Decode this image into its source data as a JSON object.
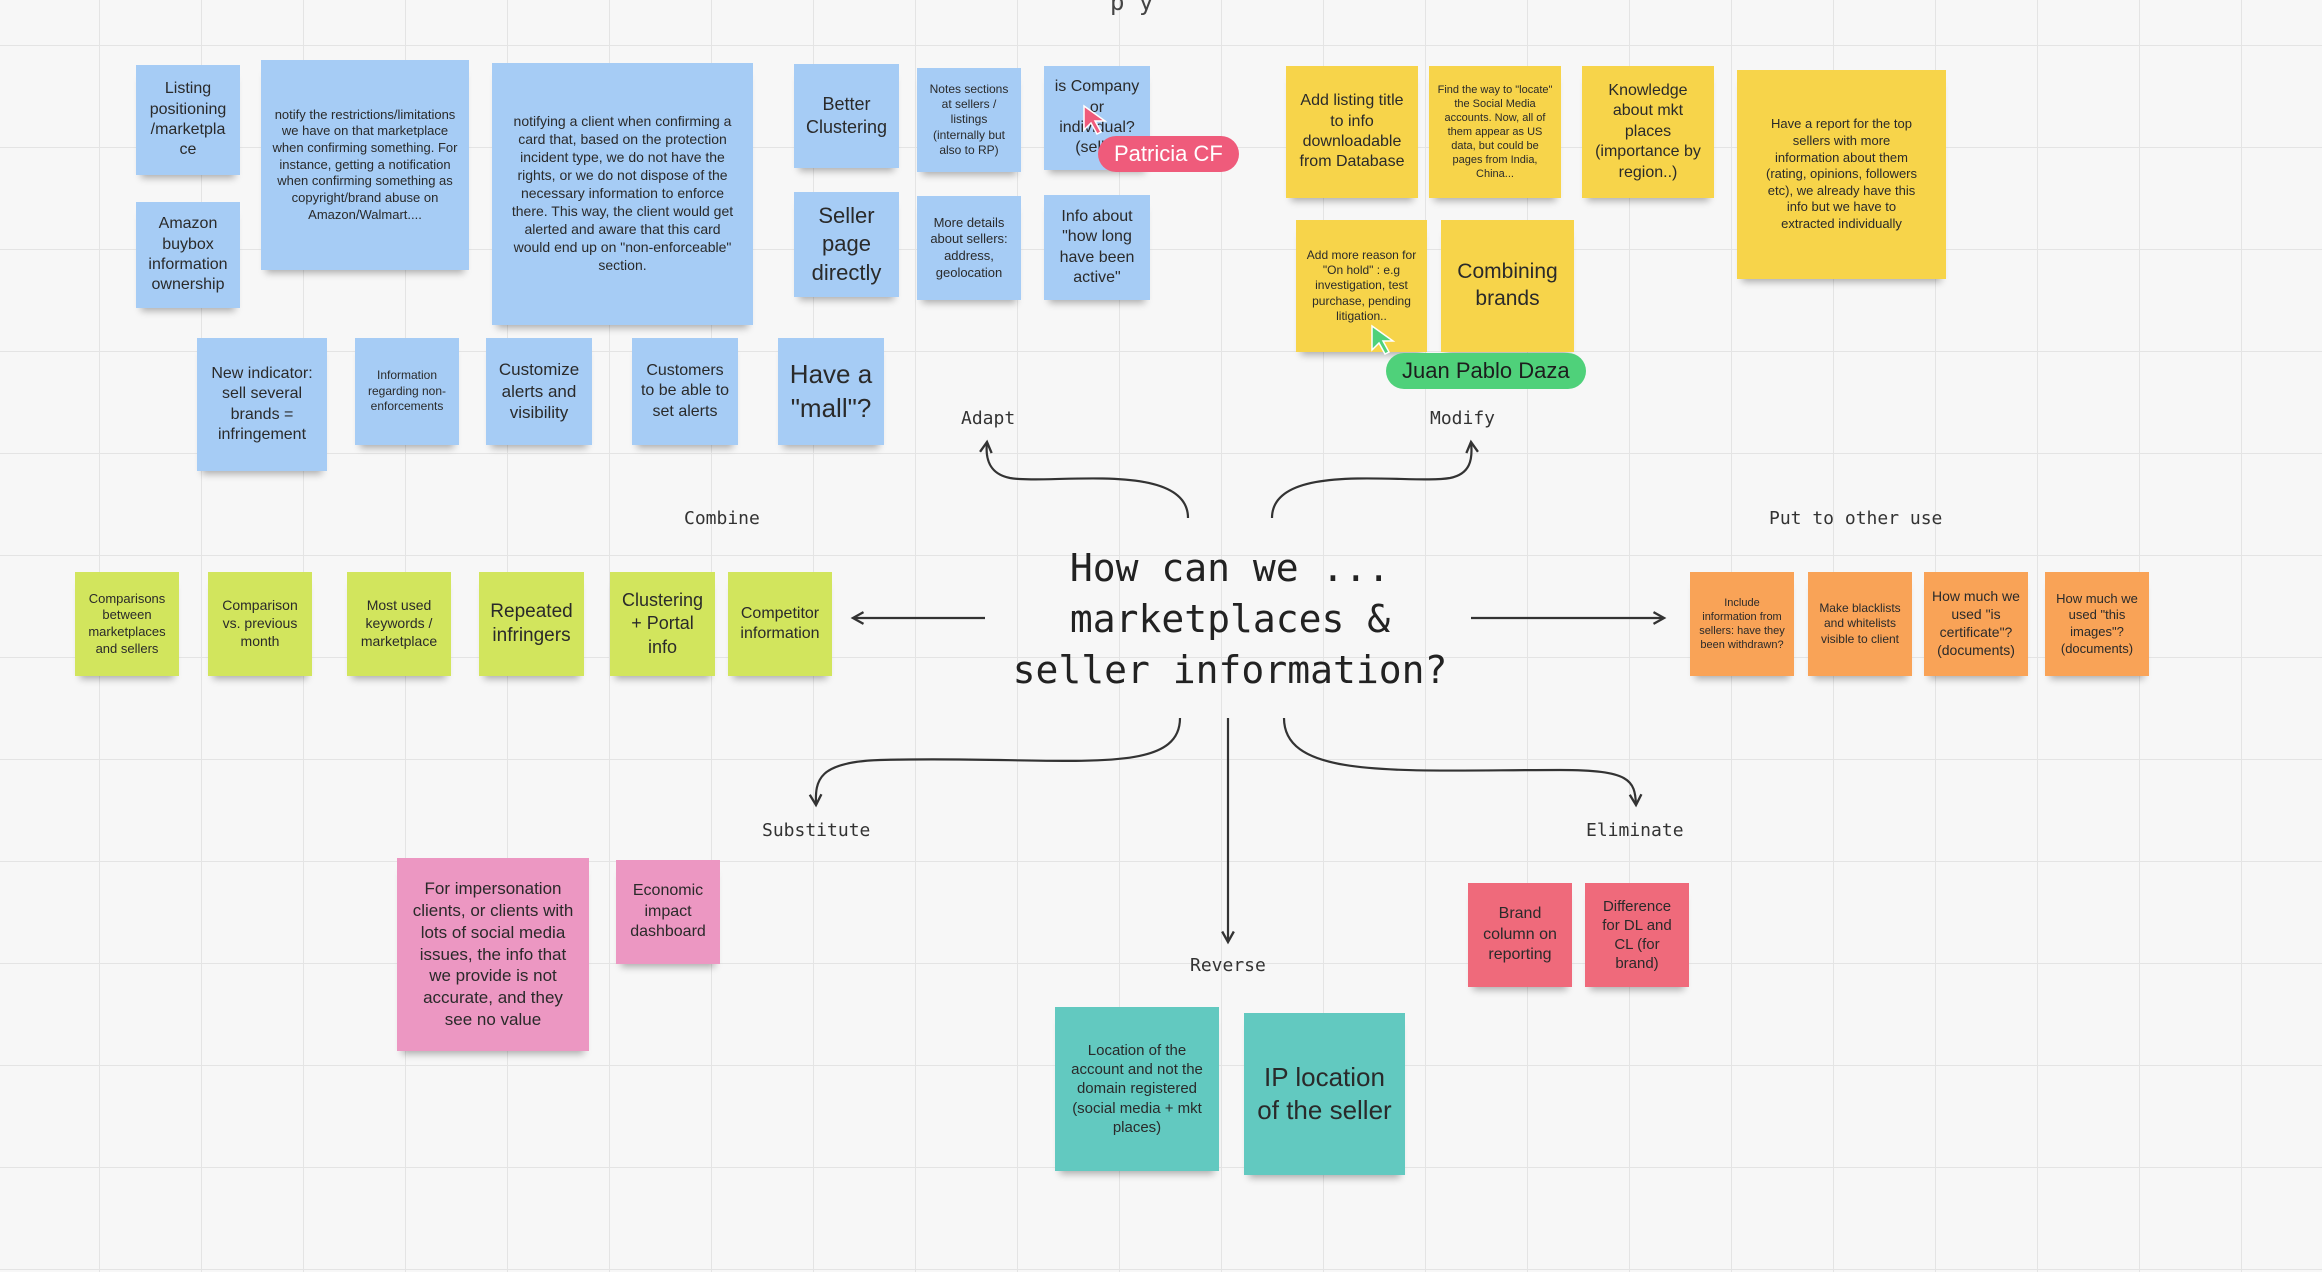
{
  "center_question": "How can we ...\nmarketplaces &\nseller information?",
  "top_clipped_text": "p y",
  "labels": {
    "adapt": "Adapt",
    "modify": "Modify",
    "combine": "Combine",
    "put_to_other_use": "Put to other use",
    "substitute": "Substitute",
    "eliminate": "Eliminate",
    "reverse": "Reverse"
  },
  "collaborators": {
    "patricia": "Patricia CF",
    "juan": "Juan Pablo Daza"
  },
  "colors": {
    "blue": "#a6ccf5",
    "yellow": "#f7d44a",
    "green": "#d2e55d",
    "orange": "#f9a357",
    "pink": "#ec97c2",
    "red": "#ef6a7b",
    "teal": "#62c9c0",
    "patricia_cursor": "#ef5b7b",
    "juan_cursor": "#4fd17a"
  },
  "notes": {
    "adapt": [
      "Listing positioning /marketpla ce",
      "Amazon buybox information ownership",
      "notify the restrictions/limitations we have on that marketplace when confirming something. For instance, getting a notification when confirming something as copyright/brand abuse on Amazon/Walmart....",
      "notifying a client when confirming a card that, based on the protection incident type, we do not have the rights, or we do not dispose of the necessary information to enforce there. This way, the client would get alerted and aware that this card would end up on \"non-enforceable\" section.",
      "Better Clustering",
      "Seller page directly",
      "Notes sections at sellers / listings (internally but also to RP)",
      "More details about sellers: address, geolocation",
      "is Company or individual? (seller",
      "Info about \"how long have been active\"",
      "New indicator: sell several brands = infringement",
      "Information regarding non-enforcements",
      "Customize alerts and visibility",
      "Customers to be able to set alerts",
      "Have a \"mall\"?"
    ],
    "modify": [
      "Add listing title to info downloadable from Database",
      "Find the way to \"locate\" the Social Media accounts. Now, all of them appear as US data, but could be pages from India, China...",
      "Knowledge about mkt places (importance by region..)",
      "Have a report for the top sellers with more information about them (rating, opinions, followers etc), we already have this info but we have to extracted individually",
      "Add more reason for \"On hold\" : e.g investigation, test purchase, pending litigation..",
      "Combining brands"
    ],
    "combine": [
      "Comparisons between marketplaces and sellers",
      "Comparison vs. previous month",
      "Most used keywords / marketplace",
      "Repeated infringers",
      "Clustering + Portal info",
      "Competitor information"
    ],
    "put_to_other_use": [
      "Include information from sellers: have they been withdrawn?",
      "Make blacklists and whitelists visible to client",
      "How much we used \"is certificate\"? (documents)",
      "How much we used \"this images\"? (documents)"
    ],
    "substitute": [
      "For impersonation clients, or clients with lots of social media issues, the info that we provide is not accurate, and they see no value",
      "Economic impact dashboard"
    ],
    "eliminate": [
      "Brand column on reporting",
      "Difference for DL and CL (for brand)"
    ],
    "reverse": [
      "Location of the account and not the domain registered (social media + mkt places)",
      "IP location of the seller"
    ]
  }
}
